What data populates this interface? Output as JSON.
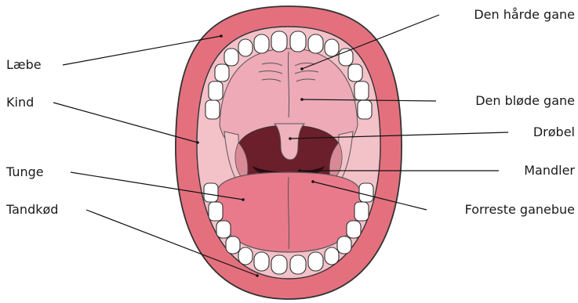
{
  "labels": {
    "laebe": "Læbe",
    "kind": "Kind",
    "tunge": "Tunge",
    "tandkoed": "Tandkød",
    "haarde_gane": "Den hårde gane",
    "bloede_gane": "Den bløde gane",
    "droebel": "Drøbel",
    "mandler": "Mandler",
    "forreste_ganebue": "Forreste ganebue"
  },
  "colors": {
    "lip": "#e4707e",
    "lip_outline": "#333333",
    "gum": "#f0b8c0",
    "palate": "#eeaab6",
    "throat": "#6a1f2b",
    "tongue": "#e87a8c",
    "teeth": "#ffffff",
    "text": "#1a1a1a"
  }
}
